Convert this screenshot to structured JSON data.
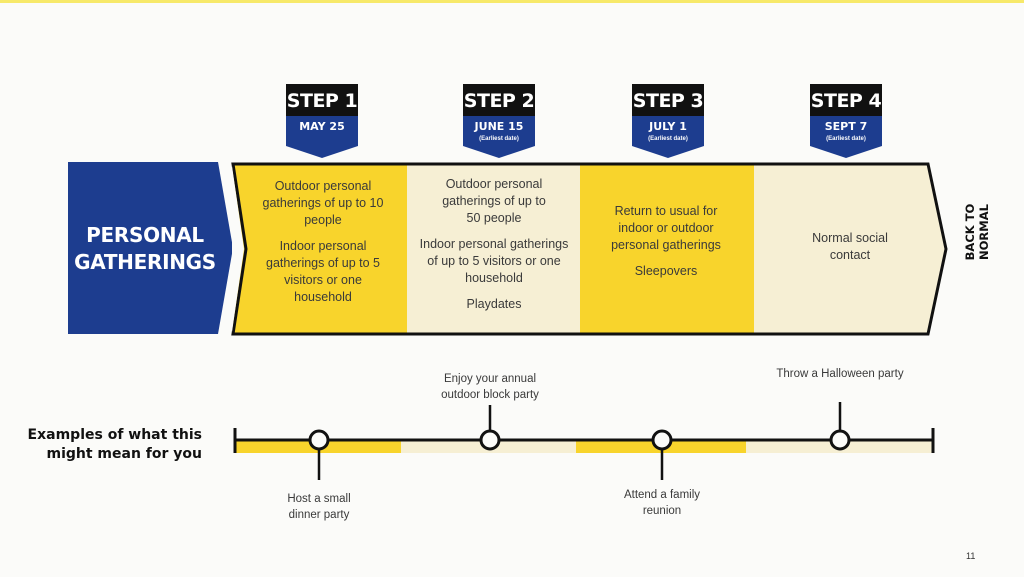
{
  "category": "PERSONAL GATHERINGS",
  "end_label": "BACK TO NORMAL",
  "steps": [
    {
      "title": "STEP 1",
      "date": "MAY 25",
      "note": ""
    },
    {
      "title": "STEP 2",
      "date": "JUNE 15",
      "note": "(Earliest date)"
    },
    {
      "title": "STEP 3",
      "date": "JULY 1",
      "note": "(Earliest date)"
    },
    {
      "title": "STEP 4",
      "date": "SEPT 7",
      "note": "(Earliest date)"
    }
  ],
  "columns": [
    {
      "lines": [
        "Outdoor personal gatherings of up to 10 people",
        "Indoor personal gatherings of up to 5 visitors or one household"
      ],
      "fill": "#f8d42c"
    },
    {
      "lines": [
        "Outdoor personal gatherings of up to 50 people",
        "Indoor personal gatherings of up to 5 visitors or one household",
        "Playdates"
      ],
      "fill": "#f6efd4"
    },
    {
      "lines": [
        "Return to usual for indoor or outdoor personal gatherings",
        "Sleepovers"
      ],
      "fill": "#f8d42c"
    },
    {
      "lines": [
        "Normal social contact"
      ],
      "fill": "#f6efd4"
    }
  ],
  "examples_title": "Examples of what this might mean for you",
  "examples": [
    {
      "text": "Host a small dinner party",
      "side": "below"
    },
    {
      "text": "Enjoy your annual outdoor block party",
      "side": "above"
    },
    {
      "text": "Attend a family reunion",
      "side": "below"
    },
    {
      "text": "Throw a Halloween party",
      "side": "above"
    }
  ],
  "page_number": "11",
  "colors": {
    "navy": "#1d3d8f",
    "yellow": "#f8d42c",
    "cream": "#f6efd4",
    "outline": "#111111"
  }
}
